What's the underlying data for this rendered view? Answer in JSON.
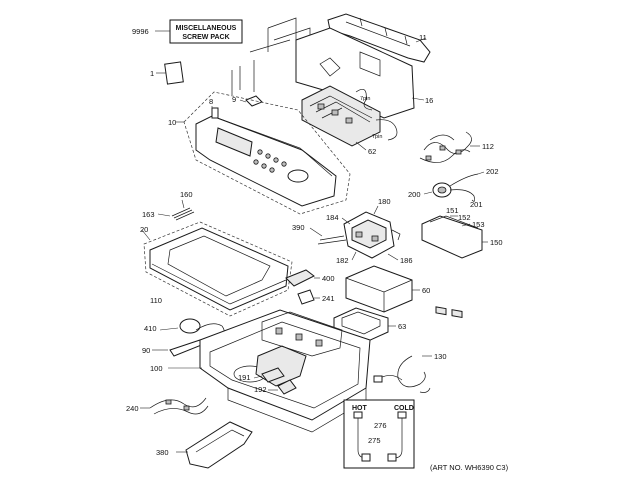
{
  "misc_box": {
    "number": "9996",
    "title_line1": "MISCELLANEOUS",
    "title_line2": "SCREW PACK"
  },
  "art_number": "(ART NO. WH6390 C3)",
  "hose_labels": {
    "hot": "HOT",
    "cold": "COLD"
  },
  "connector_label": "7pin",
  "connector_label_2": "7pin",
  "callouts": [
    "1",
    "8",
    "9",
    "10",
    "11",
    "16",
    "20",
    "60",
    "62",
    "63",
    "90",
    "100",
    "110",
    "112",
    "130",
    "150",
    "151",
    "152",
    "153",
    "160",
    "163",
    "180",
    "182",
    "184",
    "186",
    "191",
    "192",
    "200",
    "201",
    "202",
    "240",
    "241",
    "275",
    "276",
    "380",
    "390",
    "400",
    "410"
  ]
}
